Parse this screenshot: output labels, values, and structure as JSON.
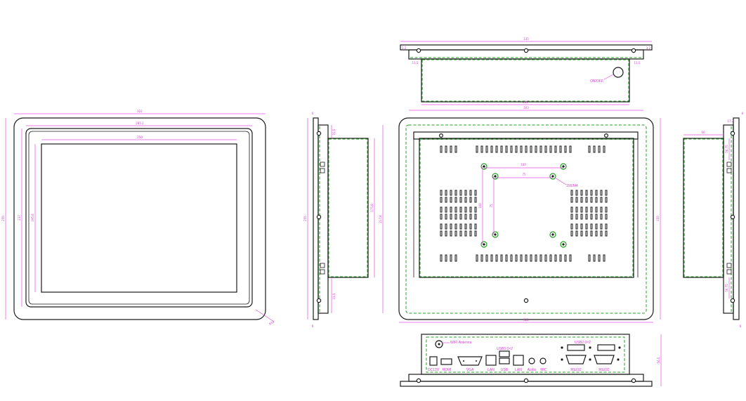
{
  "colors": {
    "outline": "#1a1a1a",
    "dimension": "#e64fe6",
    "label": "#d63ad6",
    "green_dash": "#22a022"
  },
  "front_view": {
    "width_dim": "322",
    "bezel_width_dim": "285.2",
    "screen_width_dim": "250",
    "height_dim": "255",
    "bezel_height_dim": "237",
    "screen_height_dim": "195.8",
    "corner_dim": "R10"
  },
  "side_view": {
    "top_dim": "6",
    "bracket_top_dim": "31.5",
    "height_dim": "255",
    "body_height_dim": "175.8",
    "inner_height_dim": "217.8",
    "bracket_bottom_dim": "31.5",
    "bottom_dim": "6"
  },
  "top_view": {
    "overall_dim": "335",
    "left_edge_dim": "3.2",
    "right_edge_dim": "3.2",
    "left_step_dim": "11.5",
    "right_step_dim": "11.5",
    "inner_dim": "209",
    "body_dim": "303",
    "power_label": "ON/OFF"
  },
  "rear_view": {
    "vesa_outer_dim": "100",
    "vesa_inner_dim": "75",
    "vesa_v_outer_dim": "100",
    "vesa_v_inner_dim": "75",
    "vesa_label": "100/M4",
    "height_dim": "255",
    "width_dim": "322"
  },
  "right_view": {
    "depth_dim": "60",
    "top_dim": "17.2",
    "top_right_dim": "6",
    "upper_dim": "56.75",
    "lower_dim": "56.75",
    "bottom_dim": "6"
  },
  "bottom_view": {
    "height_dim": "56.5",
    "wifi_label": "WIFI Antenna",
    "usb_top_right_label": "USB2.0×2",
    "usb_mid_label": "USB3.0×2",
    "ports": [
      "DC12V",
      "HDMI",
      "VGA",
      "LAN",
      "USB",
      "LAN",
      "Audio",
      "MIC",
      "RS232",
      "RS232"
    ]
  }
}
